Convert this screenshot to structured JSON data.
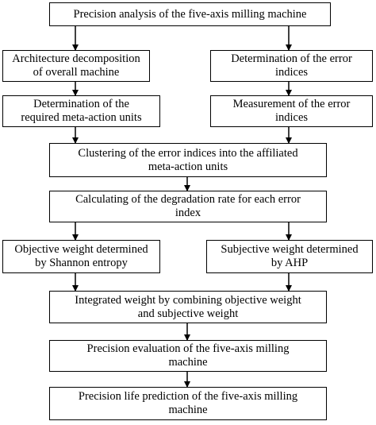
{
  "flowchart": {
    "nodes": {
      "n1": {
        "line1": "Precision analysis of the five-axis milling machine",
        "line2": ""
      },
      "n2": {
        "line1": "Architecture decomposition",
        "line2": "of overall machine"
      },
      "n3": {
        "line1": "Determination of the error",
        "line2": "indices"
      },
      "n4": {
        "line1": "Determination of the",
        "line2": "required meta-action units"
      },
      "n5": {
        "line1": "Measurement of the error",
        "line2": "indices"
      },
      "n6": {
        "line1": "Clustering of the error indices into the affiliated",
        "line2": "meta-action units"
      },
      "n7": {
        "line1": "Calculating of the degradation rate for each error",
        "line2": "index"
      },
      "n8": {
        "line1": "Objective weight determined",
        "line2": "by Shannon entropy"
      },
      "n9": {
        "line1": "Subjective weight determined",
        "line2": "by AHP"
      },
      "n10": {
        "line1": "Integrated weight by combining objective weight",
        "line2": "and subjective weight"
      },
      "n11": {
        "line1": "Precision evaluation of the five-axis milling",
        "line2": "machine"
      },
      "n12": {
        "line1": "Precision life prediction of the five-axis milling",
        "line2": "machine"
      }
    },
    "edges": [
      [
        "n1",
        "n2"
      ],
      [
        "n1",
        "n3"
      ],
      [
        "n2",
        "n4"
      ],
      [
        "n3",
        "n5"
      ],
      [
        "n4",
        "n6"
      ],
      [
        "n5",
        "n6"
      ],
      [
        "n6",
        "n7"
      ],
      [
        "n7",
        "n8"
      ],
      [
        "n7",
        "n9"
      ],
      [
        "n8",
        "n10"
      ],
      [
        "n9",
        "n10"
      ],
      [
        "n10",
        "n11"
      ],
      [
        "n11",
        "n12"
      ]
    ],
    "colors": {
      "line": "#000000",
      "background": "#ffffff"
    }
  }
}
